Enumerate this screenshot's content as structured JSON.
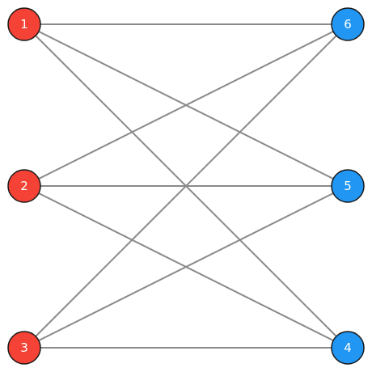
{
  "graph": {
    "type": "bipartite",
    "colors": {
      "left": "#F44336",
      "right": "#2196F3",
      "edge": "#8a8a8a",
      "node_stroke": "#1a1a1a",
      "label": "#ffffff"
    },
    "nodes": [
      {
        "id": "1",
        "label": "1",
        "group": "left",
        "rank": 0
      },
      {
        "id": "2",
        "label": "2",
        "group": "left",
        "rank": 1
      },
      {
        "id": "3",
        "label": "3",
        "group": "left",
        "rank": 2
      },
      {
        "id": "6",
        "label": "6",
        "group": "right",
        "rank": 0
      },
      {
        "id": "5",
        "label": "5",
        "group": "right",
        "rank": 1
      },
      {
        "id": "4",
        "label": "4",
        "group": "right",
        "rank": 2
      }
    ],
    "edges": [
      {
        "source": "1",
        "target": "6"
      },
      {
        "source": "1",
        "target": "5"
      },
      {
        "source": "1",
        "target": "4"
      },
      {
        "source": "2",
        "target": "6"
      },
      {
        "source": "2",
        "target": "5"
      },
      {
        "source": "2",
        "target": "4"
      },
      {
        "source": "3",
        "target": "6"
      },
      {
        "source": "3",
        "target": "5"
      },
      {
        "source": "3",
        "target": "4"
      }
    ]
  }
}
